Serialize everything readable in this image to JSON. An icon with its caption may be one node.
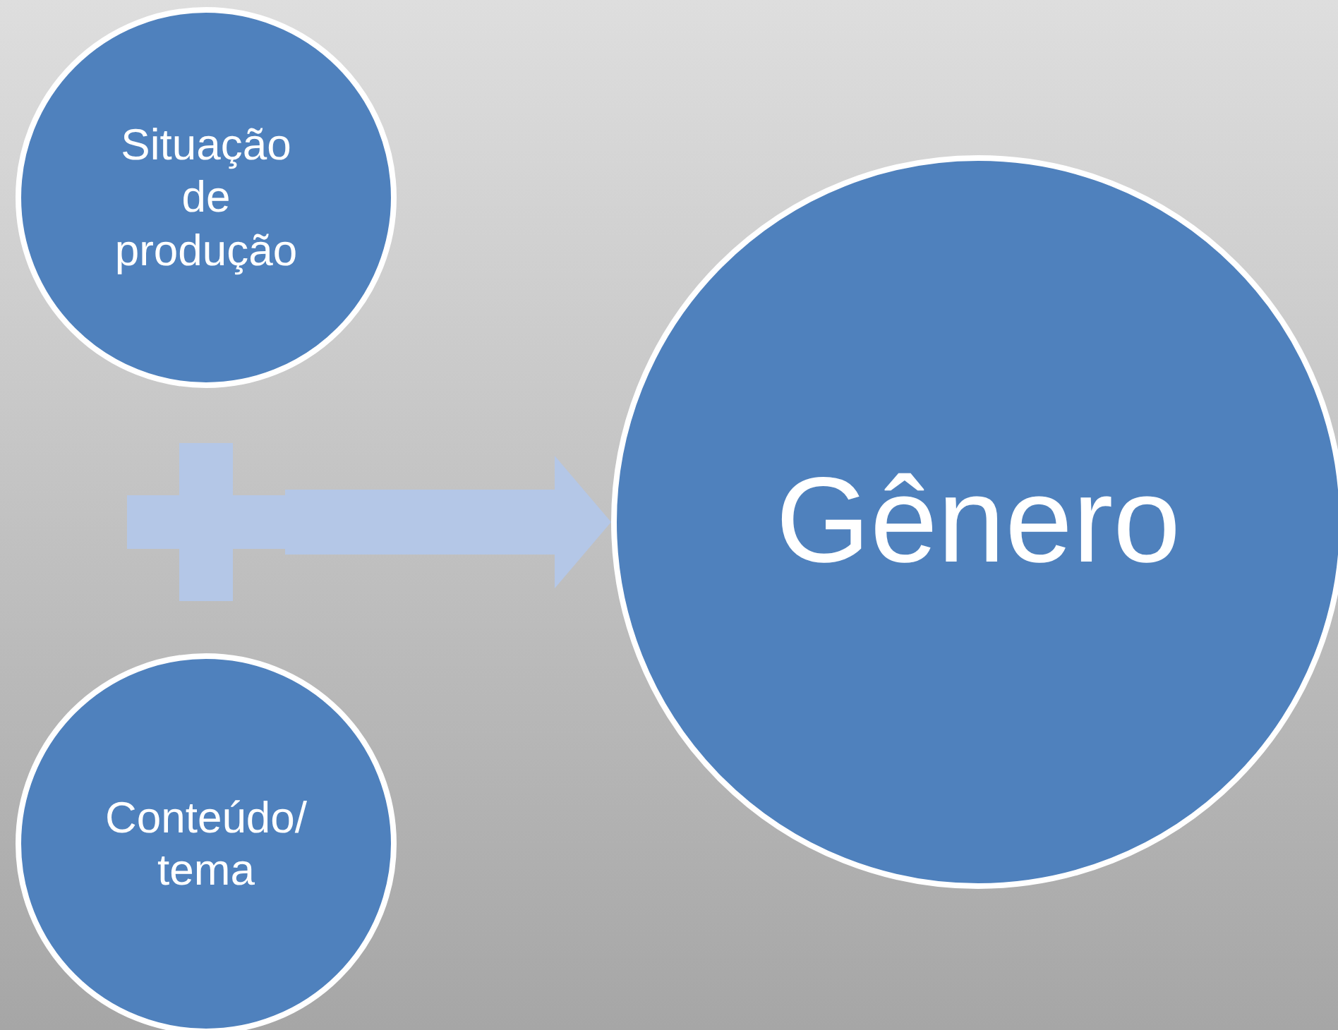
{
  "diagram": {
    "nodes": [
      {
        "text": [
          "Situação de produção"
        ]
      },
      {
        "text": [],
        "shape": "plus"
      },
      {
        "text": [
          "Conteúdo/ tema"
        ]
      },
      {
        "text": [
          "Gênero"
        ]
      }
    ],
    "edges": [
      {
        "from": 1,
        "to": 3,
        "arrow": "to"
      }
    ]
  }
}
